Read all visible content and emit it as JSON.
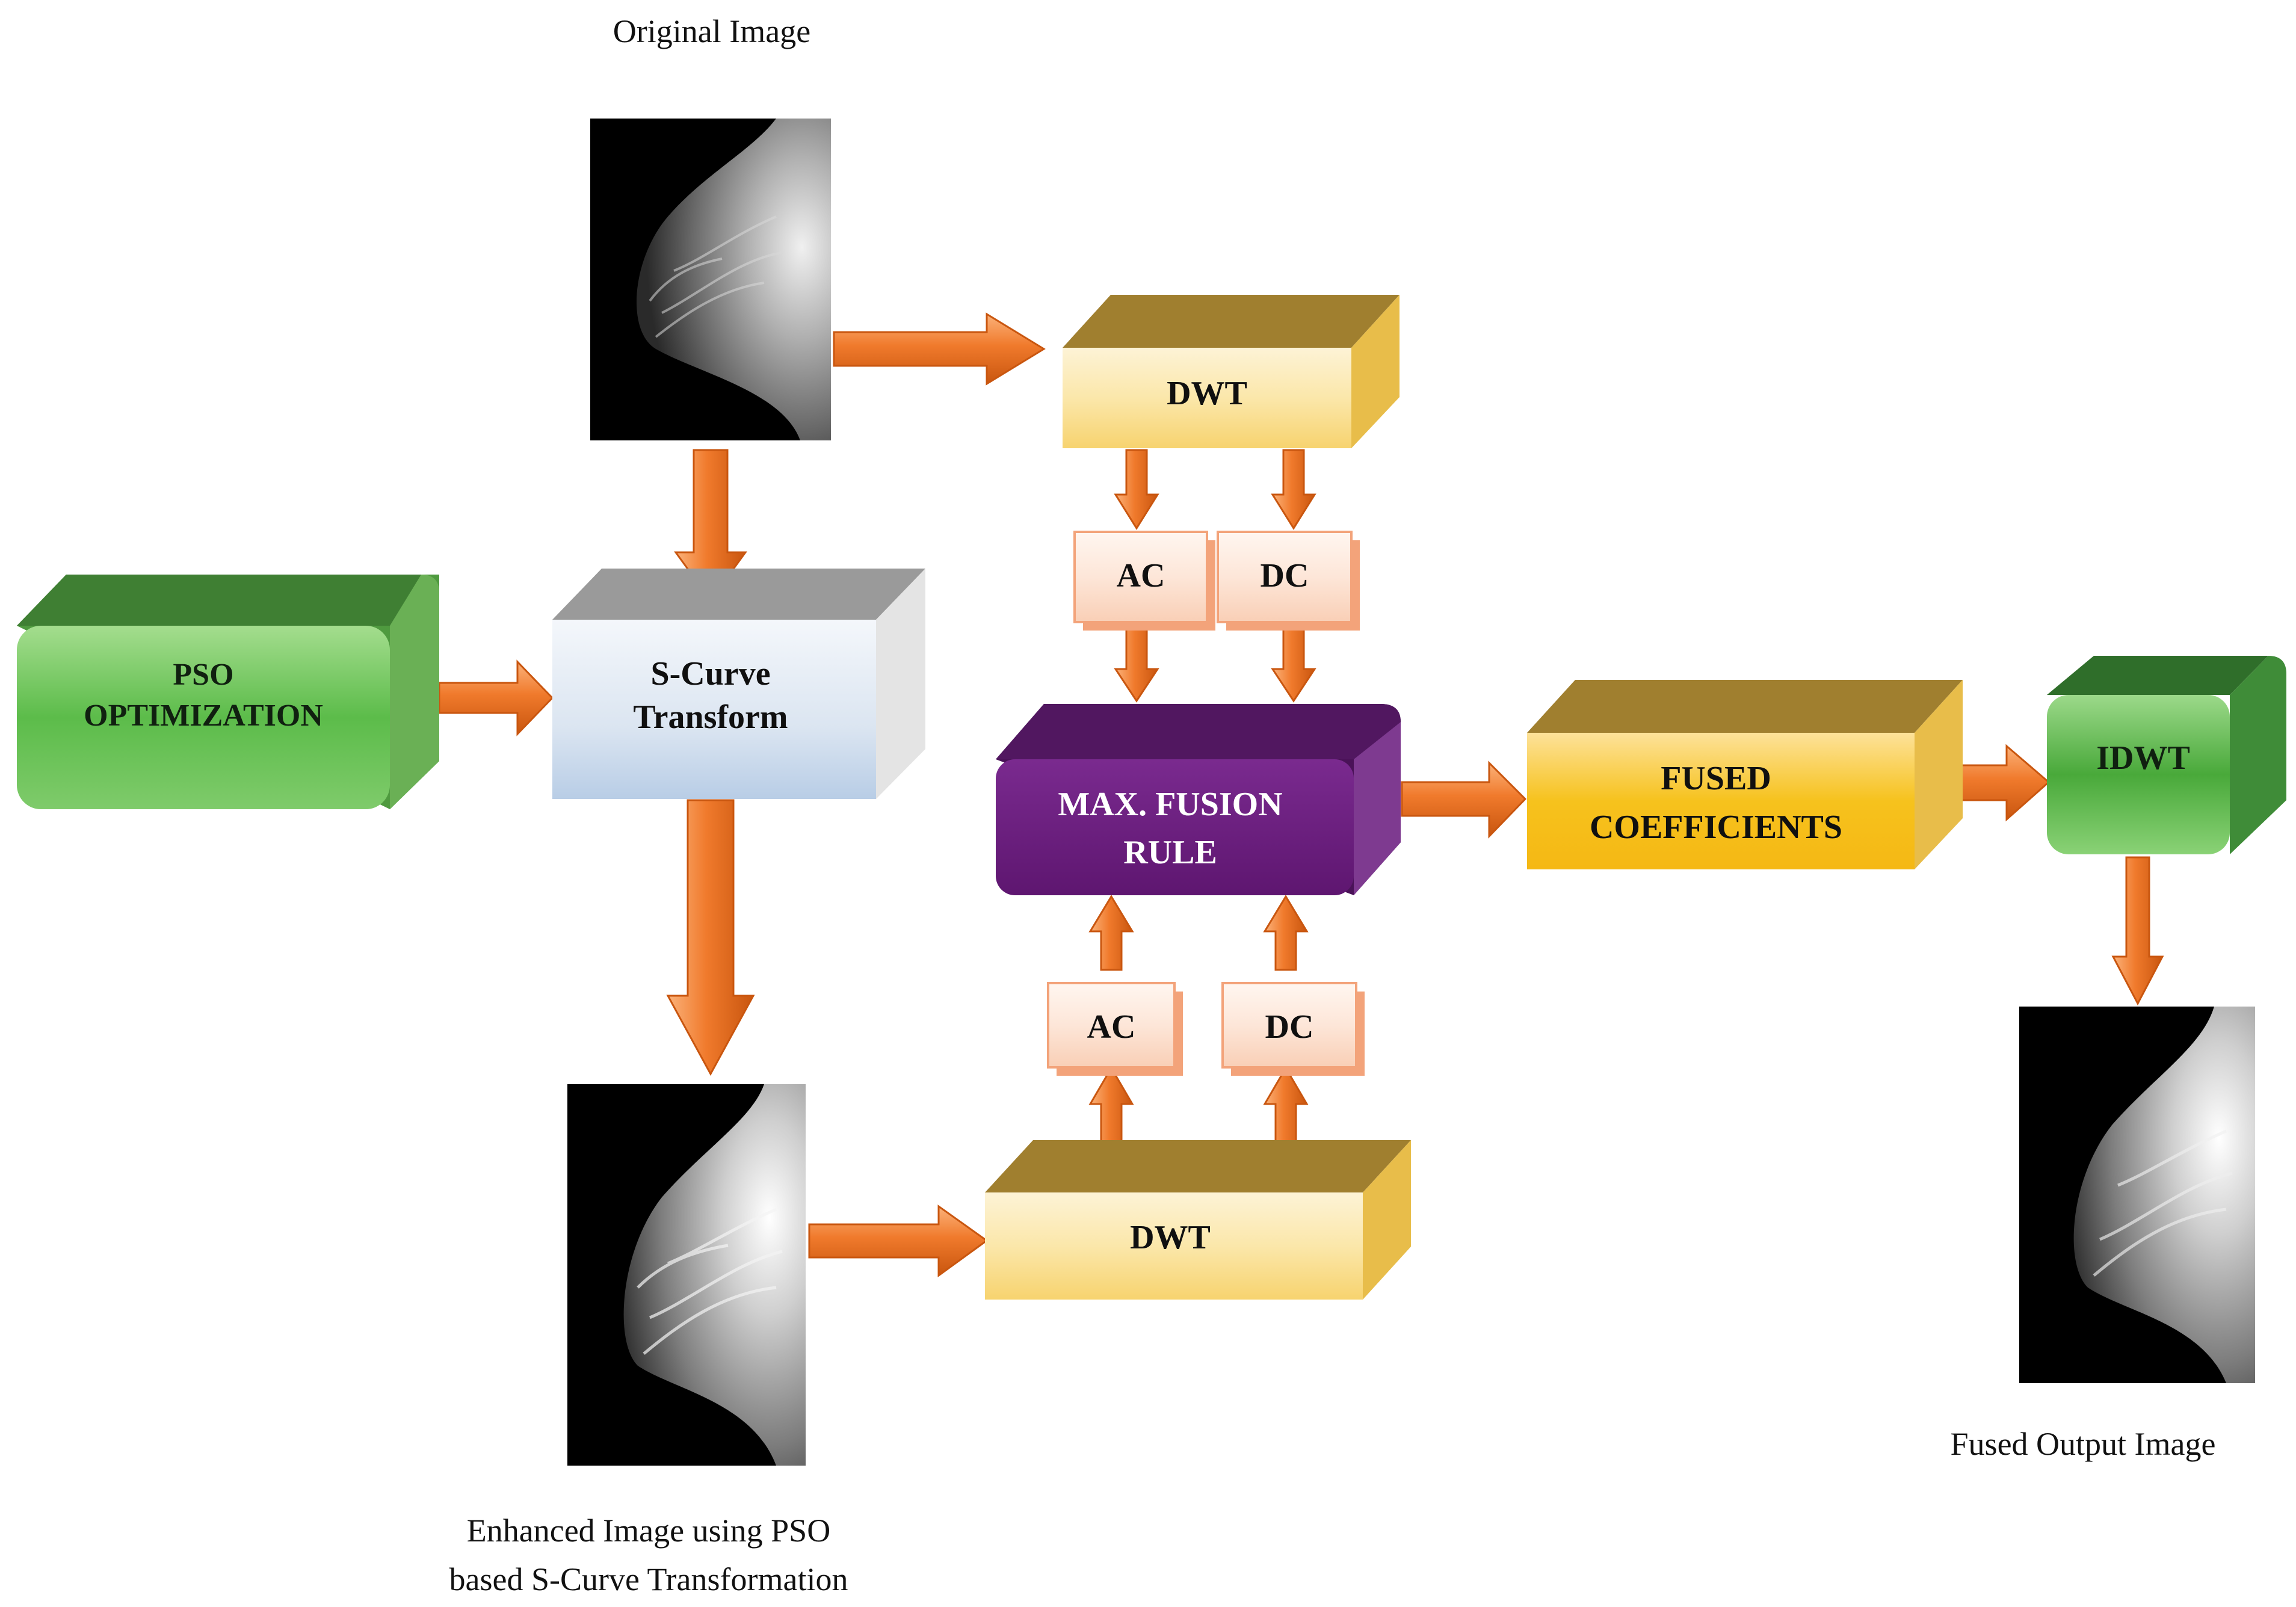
{
  "captions": {
    "original": "Original Image",
    "enhanced_line1": "Enhanced Image using PSO",
    "enhanced_line2": "based S-Curve Transformation",
    "fused": "Fused Output Image"
  },
  "blocks": {
    "pso_line1": "PSO",
    "pso_line2": "OPTIMIZATION",
    "scurve_line1": "S-Curve",
    "scurve_line2": "Transform",
    "dwt_top": "DWT",
    "dwt_bottom": "DWT",
    "ac_top": "AC",
    "dc_top": "DC",
    "ac_bottom": "AC",
    "dc_bottom": "DC",
    "fusion_line1": "MAX. FUSION",
    "fusion_line2": "RULE",
    "fused_line1": "FUSED",
    "fused_line2": "COEFFICIENTS",
    "idwt": "IDWT"
  },
  "colors": {
    "arrow": "#f07a2c",
    "pso": "#5cb85c",
    "scurve": "#dfe8f3",
    "dwt": "#f6d77a",
    "coef": "#fde7d8",
    "fusion": "#6a1f7c",
    "fused": "#f2bb18",
    "idwt": "#55b04a"
  }
}
